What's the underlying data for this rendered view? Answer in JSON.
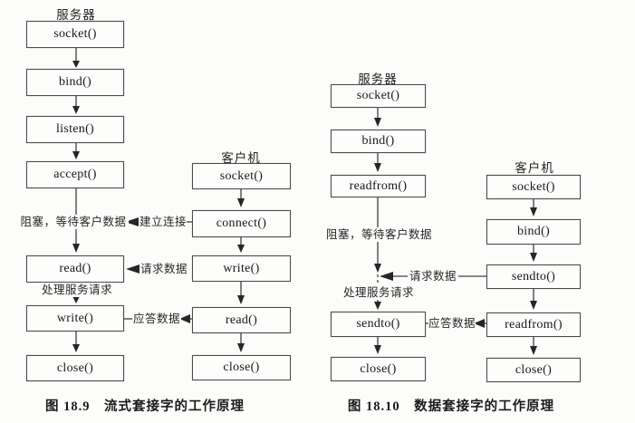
{
  "figures": {
    "stream": {
      "caption": "图 18.9　流式套接字的工作原理",
      "server_title": "服务器",
      "client_title": "客户机",
      "server_steps": [
        "socket()",
        "bind()",
        "listen()",
        "accept()",
        "read()",
        "write()",
        "close()"
      ],
      "client_steps": [
        "socket()",
        "connect()",
        "write()",
        "read()",
        "close()"
      ],
      "labels": {
        "blocking": "阻塞，等待客户数据",
        "establish": "建立连接",
        "request": "请求数据",
        "process": "处理服务请求",
        "reply": "应答数据"
      }
    },
    "datagram": {
      "caption": "图 18.10　数据套接字的工作原理",
      "server_title": "服务器",
      "client_title": "客户机",
      "server_steps": [
        "socket()",
        "bind()",
        "readfrom()",
        "sendto()",
        "close()"
      ],
      "client_steps": [
        "socket()",
        "bind()",
        "sendto()",
        "readfrom()",
        "close()"
      ],
      "labels": {
        "blocking": "阻塞，等待客户数据",
        "request": "请求数据",
        "process": "处理服务请求",
        "reply": "应答数据"
      }
    }
  }
}
